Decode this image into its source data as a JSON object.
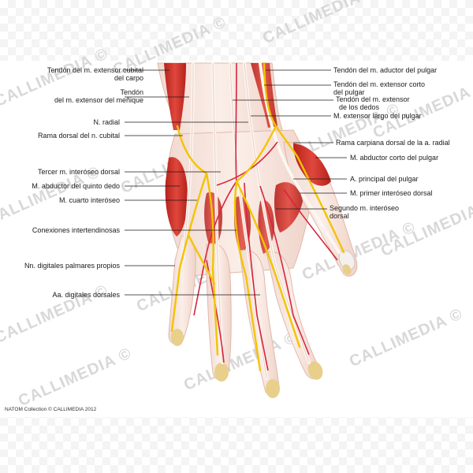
{
  "labels_left": [
    {
      "id": "tendon-extensor-cubital",
      "lines": [
        "Tendón del m. extensor cubital",
        "del carpo"
      ]
    },
    {
      "id": "tendon-extensor-menique",
      "lines": [
        "Tendón",
        "del m. extensor del meñique"
      ]
    },
    {
      "id": "n-radial",
      "lines": [
        "N. radial"
      ]
    },
    {
      "id": "rama-dorsal-cubital",
      "lines": [
        "Rama dorsal del n. cubital"
      ]
    },
    {
      "id": "tercer-interoseo",
      "lines": [
        "Tercer m. interóseo dorsal"
      ]
    },
    {
      "id": "abductor-quinto",
      "lines": [
        "M. abductor del quinto dedo"
      ]
    },
    {
      "id": "cuarto-interoseo",
      "lines": [
        "M. cuarto interóseo"
      ]
    },
    {
      "id": "conexiones",
      "lines": [
        "Conexiones intertendinosas"
      ]
    },
    {
      "id": "nn-digitales",
      "lines": [
        "Nn. digitales palmares propios"
      ]
    },
    {
      "id": "aa-digitales",
      "lines": [
        "Aa. digitales dorsales"
      ]
    }
  ],
  "labels_right": [
    {
      "id": "tendon-aductor",
      "lines": [
        "Tendón del m. aductor del pulgar"
      ]
    },
    {
      "id": "tendon-extensor-corto",
      "lines": [
        "Tendón del m. extensor corto",
        "del pulgar"
      ]
    },
    {
      "id": "tendon-extensor-dedos",
      "lines": [
        "Tendón del m. extensor",
        "de los dedos"
      ]
    },
    {
      "id": "extensor-largo",
      "lines": [
        "M. extensor largo del pulgar"
      ]
    },
    {
      "id": "rama-carpiana",
      "lines": [
        "Rama carpiana dorsal de la a. radial"
      ]
    },
    {
      "id": "abductor-corto",
      "lines": [
        "M. abductor corto del pulgar"
      ]
    },
    {
      "id": "a-principal",
      "lines": [
        "A. principal del pulgar"
      ]
    },
    {
      "id": "primer-interoseo",
      "lines": [
        "M. primer interóseo dorsal"
      ]
    },
    {
      "id": "segundo-interoseo",
      "lines": [
        "Segundo m. interóseo",
        "dorsal"
      ]
    }
  ],
  "watermark": "CALLIMEDIA ©",
  "credit": "NATOM Collection © CALLIMEDIA 2012",
  "colors": {
    "nerve": "#f2c400",
    "artery": "#d7263d",
    "muscle": "#d23a32",
    "tendon": "#f4e7e0",
    "bone": "#e8cf8a"
  }
}
